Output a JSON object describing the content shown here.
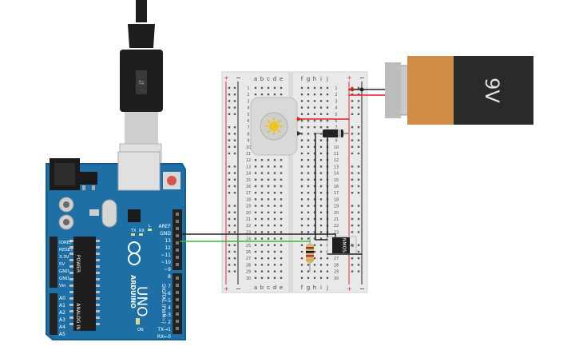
{
  "battery": {
    "label": "9V",
    "colors": {
      "body": "#2a2a2a",
      "band": "#d08c45",
      "terminal": "#c9c9c9"
    }
  },
  "breadboard": {
    "column_letters_left": [
      "a",
      "b",
      "c",
      "d",
      "e"
    ],
    "column_letters_right": [
      "f",
      "g",
      "h",
      "i",
      "j"
    ],
    "row_numbers": [
      "1",
      "2",
      "3",
      "4",
      "5",
      "6",
      "7",
      "8",
      "9",
      "10",
      "11",
      "12",
      "13",
      "14",
      "15",
      "16",
      "17",
      "18",
      "19",
      "20",
      "21",
      "22",
      "23",
      "24",
      "25",
      "26",
      "27",
      "28",
      "29",
      "30"
    ],
    "rail_plus": "+",
    "rail_minus": "−",
    "colors": {
      "body": "#e9e9e9",
      "hole": "#5a5a5a",
      "rail_red": "#e03030",
      "rail_black": "#222222"
    }
  },
  "arduino": {
    "brand": "ARDUINO",
    "model": "UNO",
    "header_top_labels": [
      "AREF",
      "GND",
      "13",
      "12",
      "~11",
      "~10",
      "~9",
      "8"
    ],
    "header_bottom_labels": [
      "7",
      "~6",
      "~5",
      "4",
      "~3",
      "2",
      "TX→1",
      "RX←0"
    ],
    "digital_label": "DIGITAL (PWM~)",
    "power_labels": [
      "IOREF",
      "RESET",
      "3.3V",
      "5V",
      "GND",
      "GND",
      "Vin"
    ],
    "power_title": "POWER",
    "analog_labels": [
      "A0",
      "A1",
      "A2",
      "A3",
      "A4",
      "A5"
    ],
    "analog_title": "ANALOG IN",
    "led_labels": [
      "TX",
      "RX",
      "L"
    ],
    "on_label": "ON",
    "colors": {
      "board": "#1d6fa5",
      "board_edge": "#155d8c",
      "chip": "#1e1e1e",
      "header": "#222222"
    }
  },
  "mosfet": {
    "label": "NMOS"
  },
  "wires": {
    "black": "#222222",
    "green": "#3fb83f",
    "red": "#e02020"
  }
}
